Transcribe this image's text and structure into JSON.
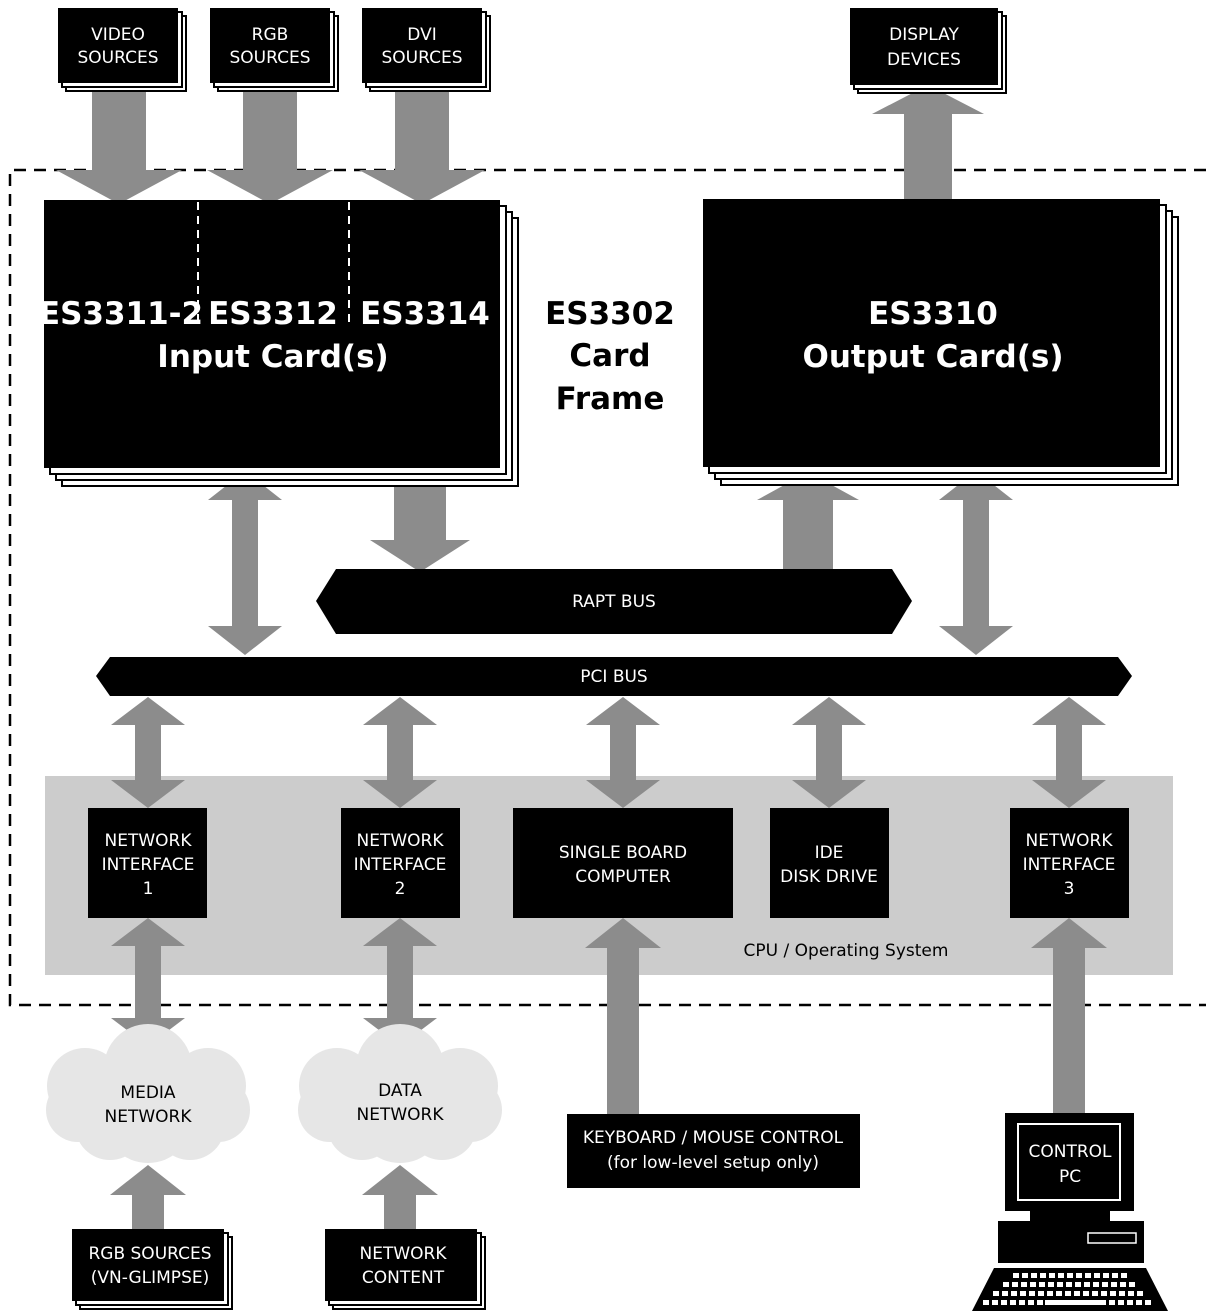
{
  "colors": {
    "box": "#000000",
    "arrow": "#8c8c8c",
    "cpu_panel": "#cccccc",
    "cloud": "#e6e6e6",
    "frame_line": "#000000"
  },
  "sources": {
    "video": [
      "VIDEO",
      "SOURCES"
    ],
    "rgb": [
      "RGB",
      "SOURCES"
    ],
    "dvi": [
      "DVI",
      "SOURCES"
    ]
  },
  "display_devices": [
    "DISPLAY",
    "DEVICES"
  ],
  "input_card": {
    "models": [
      "ES3311-2",
      "ES3312",
      "ES3314"
    ],
    "label": "Input Card(s)"
  },
  "card_frame": [
    "ES3302",
    "Card",
    "Frame"
  ],
  "output_card": {
    "model": "ES3310",
    "label": "Output Card(s)"
  },
  "rapt_bus": "RAPT BUS",
  "pci_bus": "PCI BUS",
  "modules": {
    "net1": [
      "NETWORK",
      "INTERFACE",
      "1"
    ],
    "net2": [
      "NETWORK",
      "INTERFACE",
      "2"
    ],
    "sbc": [
      "SINGLE BOARD",
      "COMPUTER"
    ],
    "ide": [
      "IDE",
      "DISK DRIVE"
    ],
    "net3": [
      "NETWORK",
      "INTERFACE",
      "3"
    ]
  },
  "cpu_label": "CPU / Operating System",
  "media_network": [
    "MEDIA",
    "NETWORK"
  ],
  "data_network": [
    "DATA",
    "NETWORK"
  ],
  "keyboard": [
    "KEYBOARD / MOUSE CONTROL",
    "(for low-level setup only)"
  ],
  "control_pc": [
    "CONTROL",
    "PC"
  ],
  "rgb_glimpse": [
    "RGB SOURCES",
    "(VN-GLIMPSE)"
  ],
  "network_content": [
    "NETWORK",
    "CONTENT"
  ]
}
